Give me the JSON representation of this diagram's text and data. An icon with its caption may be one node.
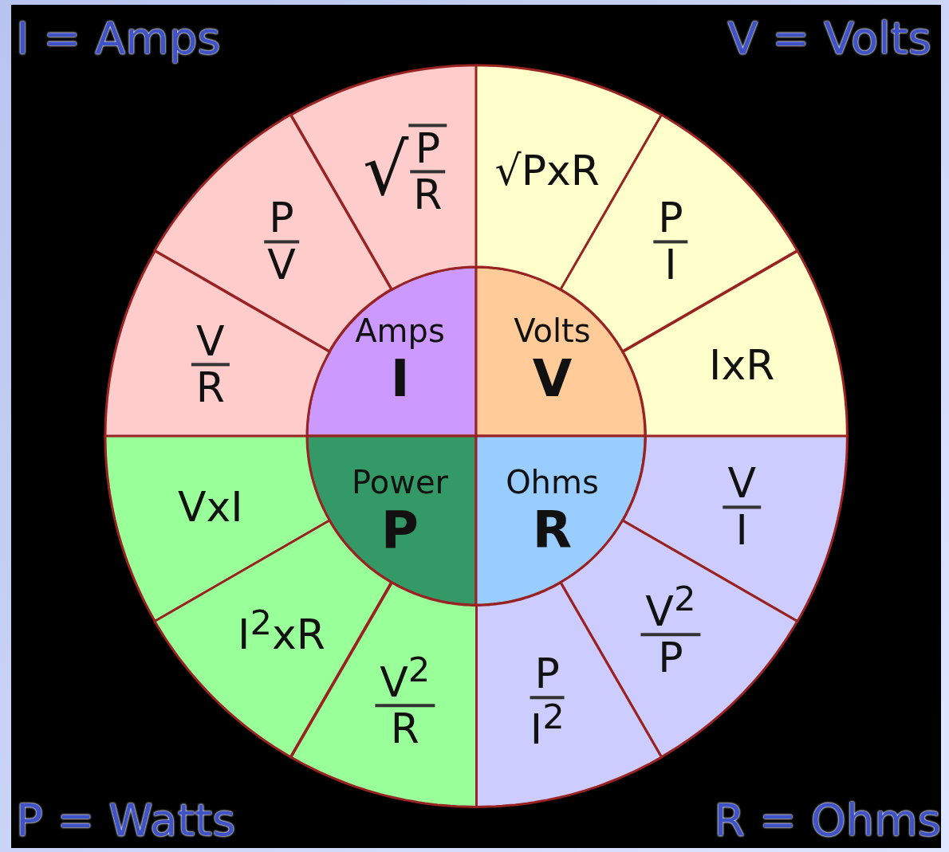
{
  "diagram": {
    "nodes": [
      {
        "text": [
          "Amps",
          "I"
        ]
      },
      {
        "text": [
          "Volts",
          "V"
        ]
      },
      {
        "text": [
          "Power",
          "P"
        ]
      },
      {
        "text": [
          "Ohms",
          "R"
        ]
      },
      {
        "text": [
          "√",
          "P",
          "R"
        ]
      },
      {
        "text": [
          "P",
          "V"
        ]
      },
      {
        "text": [
          "V",
          "R"
        ]
      },
      {
        "text": [
          "√PxR"
        ]
      },
      {
        "text": [
          "P",
          "I"
        ]
      },
      {
        "text": [
          "IxR"
        ]
      },
      {
        "text": [
          "V",
          "I"
        ]
      },
      {
        "text": [
          "V$^{2}$",
          "P"
        ]
      },
      {
        "text": [
          "P",
          "I$^{2}$"
        ]
      },
      {
        "text": [
          "VxI"
        ]
      },
      {
        "text": [
          "I$^{2}$xR"
        ]
      },
      {
        "text": [
          "V$^{2}$",
          "R"
        ]
      }
    ],
    "labels": [
      "I = Amps",
      "V = Volts",
      "P = Watts",
      "R = Ohms"
    ]
  }
}
